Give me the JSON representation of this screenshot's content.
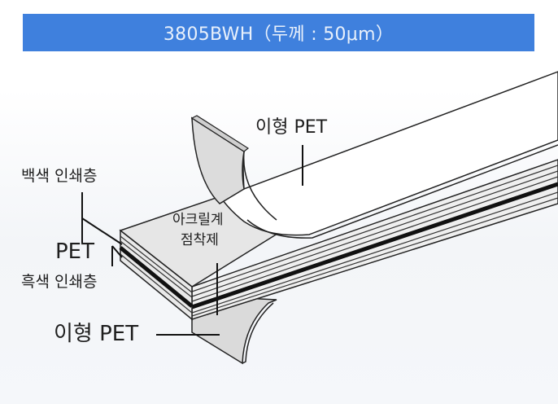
{
  "title": "3805BWH（두께 : 50μm）",
  "labels": {
    "release_pet_top": "이형 PET",
    "white_print": "백색 인쇄층",
    "pet": "PET",
    "black_print": "흑색 인쇄층",
    "adhesive_line1": "아크릴계",
    "adhesive_line2": "점착제",
    "release_pet_bottom": "이형 PET"
  },
  "colors": {
    "banner": "#3f80dd",
    "layer_fill": "#e4e4e4",
    "black_layer": "#111111"
  }
}
